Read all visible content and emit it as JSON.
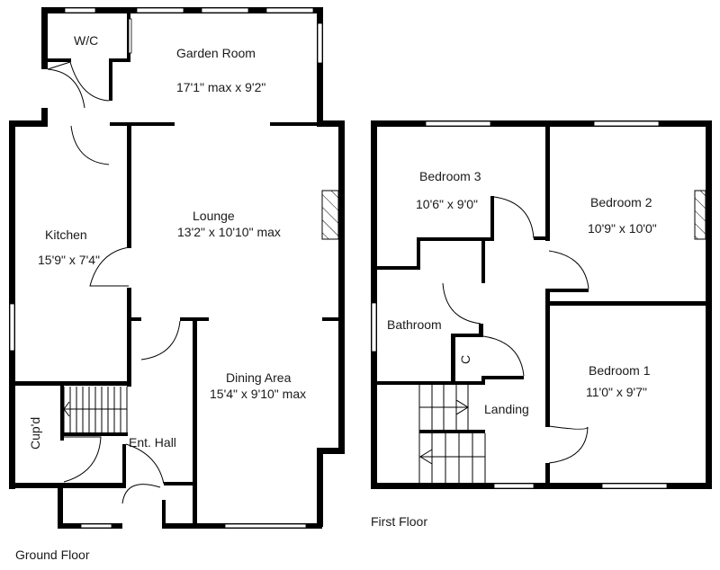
{
  "ground_floor": {
    "title": "Ground Floor",
    "rooms": [
      {
        "name": "W/C",
        "dims": ""
      },
      {
        "name": "Garden Room",
        "dims": "17'1\" max x 9'2\""
      },
      {
        "name": "Kitchen",
        "dims": "15'9\" x 7'4\""
      },
      {
        "name": "Lounge",
        "dims": "13'2\" x 10'10\" max"
      },
      {
        "name": "Dining Area",
        "dims": "15'4\" x 9'10\" max"
      },
      {
        "name": "Cup'd",
        "dims": ""
      },
      {
        "name": "Ent. Hall",
        "dims": ""
      }
    ]
  },
  "first_floor": {
    "title": "First Floor",
    "rooms": [
      {
        "name": "Bedroom 3",
        "dims": "10'6\" x 9'0\""
      },
      {
        "name": "Bedroom 2",
        "dims": "10'9\" x 10'0\""
      },
      {
        "name": "Bathroom",
        "dims": ""
      },
      {
        "name": "C",
        "dims": ""
      },
      {
        "name": "Landing",
        "dims": ""
      },
      {
        "name": "Bedroom 1",
        "dims": "11'0\" x 9'7\""
      }
    ]
  },
  "colors": {
    "wall": "#000000",
    "background": "#ffffff",
    "text": "#1a1a1a"
  }
}
